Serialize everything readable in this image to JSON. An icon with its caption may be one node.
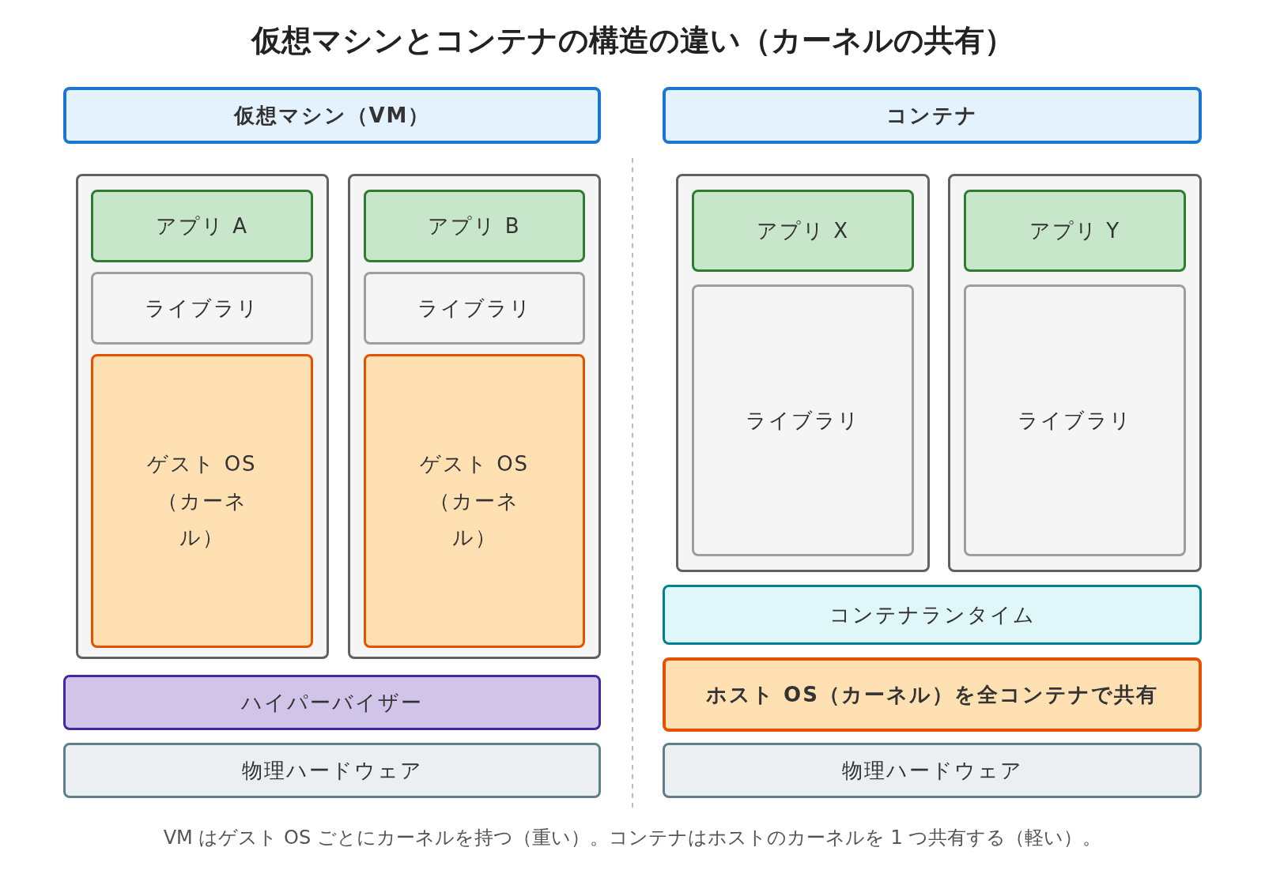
{
  "diagram": {
    "title": "仮想マシンとコンテナの構造の違い（カーネルの共有）",
    "nodes": [
      {
        "text": [
          "仮想マシン（VM）"
        ]
      },
      {
        "text": [],
        "shape": "box"
      },
      {
        "text": [
          "アプリ A"
        ],
        "in": 1
      },
      {
        "text": [
          "ライブラリ"
        ],
        "in": 1
      },
      {
        "text": [
          "ゲスト OS（カーネル）"
        ],
        "in": 1
      },
      {
        "text": [],
        "shape": "box"
      },
      {
        "text": [
          "アプリ B"
        ],
        "in": 5
      },
      {
        "text": [
          "ライブラリ"
        ],
        "in": 5
      },
      {
        "text": [
          "ゲスト OS（カーネル）"
        ],
        "in": 5
      },
      {
        "text": [
          "ハイパーバイザー"
        ]
      },
      {
        "text": [
          "物理ハードウェア"
        ]
      },
      {
        "text": [
          "コンテナ"
        ]
      },
      {
        "text": [],
        "shape": "box"
      },
      {
        "text": [
          "アプリ X"
        ],
        "in": 12
      },
      {
        "text": [
          "ライブラリ"
        ],
        "in": 12
      },
      {
        "text": [],
        "shape": "box"
      },
      {
        "text": [
          "アプリ Y"
        ],
        "in": 15
      },
      {
        "text": [
          "ライブラリ"
        ],
        "in": 15
      },
      {
        "text": [
          "コンテナランタイム"
        ]
      },
      {
        "text": [
          "ホスト OS（カーネル）を全コンテナで共有"
        ]
      },
      {
        "text": [
          "物理ハードウェア"
        ]
      }
    ],
    "edges": [],
    "caption": "VM はゲスト OS ごとにカーネルを持つ（重い）。コンテナはホストのカーネルを 1 つ共有する（軽い）。"
  }
}
